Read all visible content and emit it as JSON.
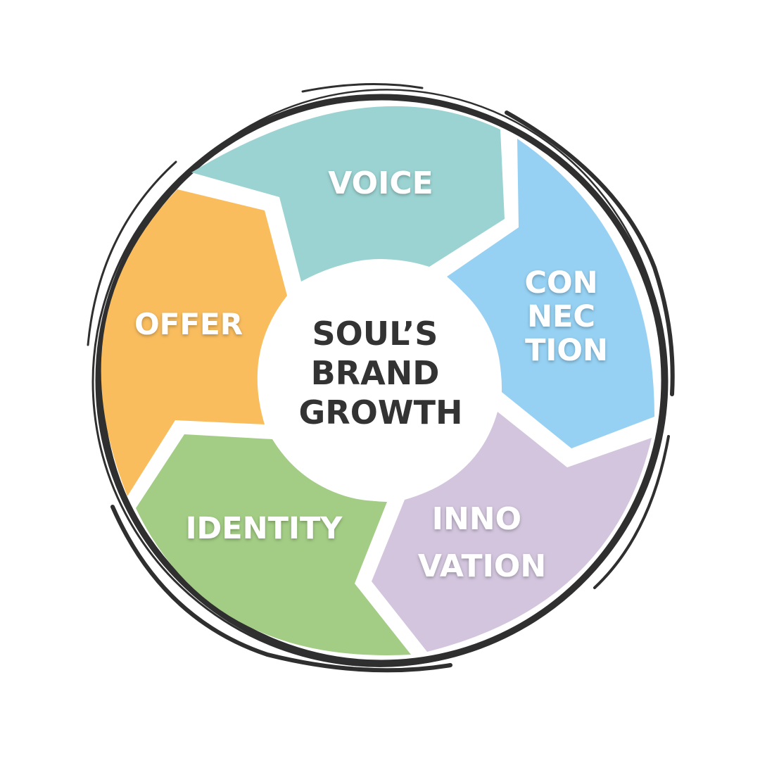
{
  "diagram": {
    "center": {
      "lines": [
        "SOUL’S",
        "BRAND",
        "GROWTH"
      ],
      "text_color": "#333333"
    },
    "segments": [
      {
        "id": "voice",
        "lines": [
          "VOICE"
        ],
        "color": "#9bd3d2"
      },
      {
        "id": "connection",
        "lines": [
          "CON",
          "NEC",
          "TION"
        ],
        "color": "#96d1f3"
      },
      {
        "id": "innovation",
        "lines": [
          "INNO",
          "VATION"
        ],
        "color": "#d2c5dd"
      },
      {
        "id": "identity",
        "lines": [
          "IDENTITY"
        ],
        "color": "#a3cd85"
      },
      {
        "id": "offer",
        "lines": [
          "OFFER"
        ],
        "color": "#f9bd5e"
      }
    ],
    "ring_stroke_color": "#2f2f2f",
    "label_color": "#ffffff"
  }
}
